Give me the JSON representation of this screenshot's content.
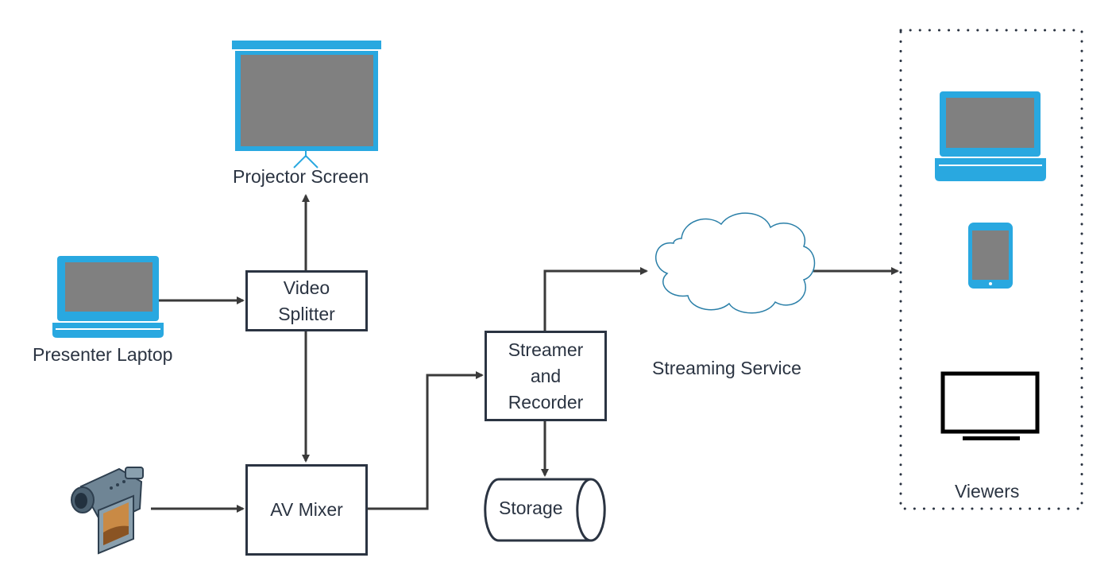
{
  "nodes": {
    "projector_screen": {
      "label": "Projector Screen"
    },
    "presenter_laptop": {
      "label": "Presenter Laptop"
    },
    "video_splitter": {
      "lines": [
        "Video",
        "Splitter"
      ]
    },
    "av_mixer": {
      "label": "AV Mixer"
    },
    "streamer_recorder": {
      "lines": [
        "Streamer",
        "and",
        "Recorder"
      ]
    },
    "storage": {
      "label": "Storage"
    },
    "streaming_service": {
      "label": "Streaming Service"
    },
    "viewers": {
      "label": "Viewers"
    }
  },
  "icons": {
    "projector": "projector-screen-icon",
    "presenter_laptop": "laptop-icon",
    "camera": "video-camera-icon",
    "cloud": "cloud-icon",
    "viewer_laptop": "laptop-icon",
    "viewer_tablet": "tablet-icon",
    "viewer_tv": "tv-monitor-icon"
  },
  "colors": {
    "device_blue": "#29a8e0",
    "screen_gray": "#808080",
    "line": "#3a3a3a",
    "box_border": "#2b3442"
  },
  "connections": [
    {
      "from": "presenter_laptop",
      "to": "video_splitter"
    },
    {
      "from": "video_splitter",
      "to": "projector_screen"
    },
    {
      "from": "video_splitter",
      "to": "av_mixer"
    },
    {
      "from": "camera",
      "to": "av_mixer"
    },
    {
      "from": "av_mixer",
      "to": "streamer_recorder"
    },
    {
      "from": "streamer_recorder",
      "to": "streaming_service"
    },
    {
      "from": "streamer_recorder",
      "to": "storage"
    },
    {
      "from": "streaming_service",
      "to": "viewers"
    }
  ]
}
